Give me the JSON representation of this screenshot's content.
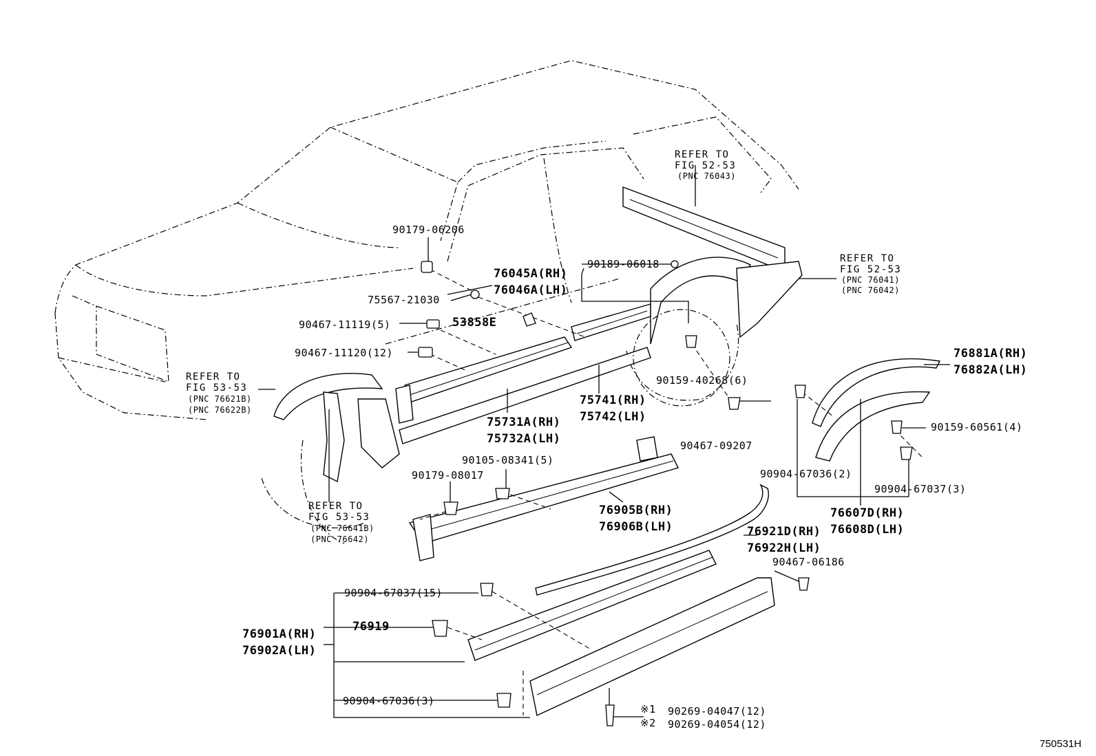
{
  "diagram_code": "750531H",
  "refs": {
    "roof_quarter": {
      "line1": "REFER TO",
      "line2": "FIG 52-53",
      "pnc": "(PNC 76043)"
    },
    "rear_fender": {
      "line1": "REFER TO",
      "line2": "FIG 52-53",
      "pnc1": "(PNC 76041)",
      "pnc2": "(PNC 76042)"
    },
    "front_fender_flare": {
      "line1": "REFER TO",
      "line2": "FIG 53-53",
      "pnc1": "(PNC 76621B)",
      "pnc2": "(PNC 76622B)"
    },
    "front_mudguard": {
      "line1": "REFER TO",
      "line2": "FIG 53-53",
      "pnc1": "(PNC 76641B)",
      "pnc2": "(PNC 76642)"
    }
  },
  "parts": {
    "p90179_06206": "90179-06206",
    "p76045A": "76045A(RH)",
    "p76046A": "76046A(LH)",
    "p90189_06018": "90189-06018",
    "p75567_21030": "75567-21030",
    "p90467_11119": "90467-11119(5)",
    "p53858E": "53858E",
    "p90467_11120": "90467-11120(12)",
    "p90159_40268": "90159-40268(6)",
    "p75741": "75741(RH)",
    "p75742": "75742(LH)",
    "p75731A": "75731A(RH)",
    "p75732A": "75732A(LH)",
    "p90467_09207": "90467-09207",
    "p76881A": "76881A(RH)",
    "p76882A": "76882A(LH)",
    "p90159_60561": "90159-60561(4)",
    "p90105_08341": "90105-08341(5)",
    "p90179_08017": "90179-08017",
    "p90904_67036_2": "90904-67036(2)",
    "p90904_67037_3": "90904-67037(3)",
    "p76905B": "76905B(RH)",
    "p76906B": "76906B(LH)",
    "p76607D": "76607D(RH)",
    "p76608D": "76608D(LH)",
    "p76921D": "76921D(RH)",
    "p76922H": "76922H(LH)",
    "p90467_06186": "90467-06186",
    "p90904_67037_15": "90904-67037(15)",
    "p76919": "76919",
    "p76901A": "76901A(RH)",
    "p76902A": "76902A(LH)",
    "p90904_67036_3": "90904-67036(3)",
    "p90269_04047": "90269-04047(12)",
    "p90269_04054": "90269-04054(12)",
    "note1": "※1",
    "note2": "※2"
  }
}
